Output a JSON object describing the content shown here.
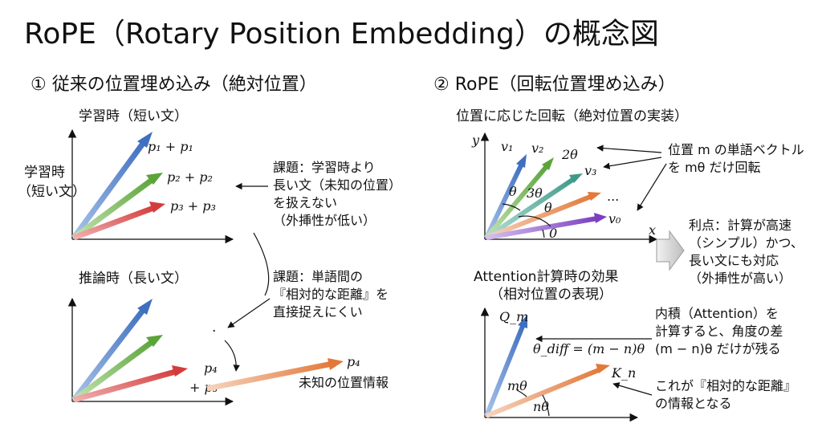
{
  "title": "RoPE（Rotary Position Embedding）の概念図",
  "left": {
    "heading": "① 従来の位置埋め込み（絶対位置）",
    "top_caption": "学習時（短い文）",
    "y_label": [
      "学習時",
      "（短い文）"
    ],
    "vec_labels": [
      "p₁ + p₁",
      "p₂ + p₂",
      "p₃ + p₃"
    ],
    "issue1": [
      "課題：学習時より",
      "長い文（未知の位置）",
      "を扱えない",
      "（外挿性が低い）"
    ],
    "bottom_caption": "推論時（長い文）",
    "issue2": [
      "課題：単語間の",
      "『相対的な距離』を",
      "直接捉えにくい"
    ],
    "dots": "·",
    "p4_label": "p₄",
    "p4_label2": "+ p₃",
    "p4_far": "p₄",
    "unknown_label": "未知の位置情報",
    "colors": {
      "blue": "#4a7bc8",
      "green": "#6fb24a",
      "red": "#d9484a",
      "orange": "#e8895a"
    }
  },
  "right": {
    "heading": "② RoPE（回転位置埋め込み）",
    "top_caption": "位置に応じた回転（絶対位置の実装）",
    "axis_y": "y",
    "axis_x": "x",
    "vec_labels": [
      "v₁",
      "v₂",
      "2θ",
      "v₃",
      "...",
      "v₀"
    ],
    "angle_labels": [
      "θ",
      "3θ",
      "θ",
      "0"
    ],
    "note1": [
      "位置 m の単語ベクトル",
      "を mθ だけ回転"
    ],
    "benefit": [
      "利点：計算が高速",
      "（シンプル）かつ、",
      "長い文にも対応",
      "（外挿性が高い）"
    ],
    "attn_caption": [
      "Attention計算時の効果",
      "（相対位置の表現）"
    ],
    "q_label": "Q_m",
    "k_label": "K_n",
    "diff_label": "θ_diff = (m − n)θ",
    "m_theta": "mθ",
    "n_theta": "nθ",
    "note2": [
      "内積（Attention）を",
      "計算すると、角度の差",
      "(m − n)θ だけが残る"
    ],
    "note3": [
      "これが『相対的な距離』",
      "の情報となる"
    ],
    "colors": {
      "blue": "#4a7bc8",
      "green": "#6fb24a",
      "orange": "#e8822a",
      "purple": "#8b4cc8",
      "teal": "#3f9a8a"
    }
  }
}
